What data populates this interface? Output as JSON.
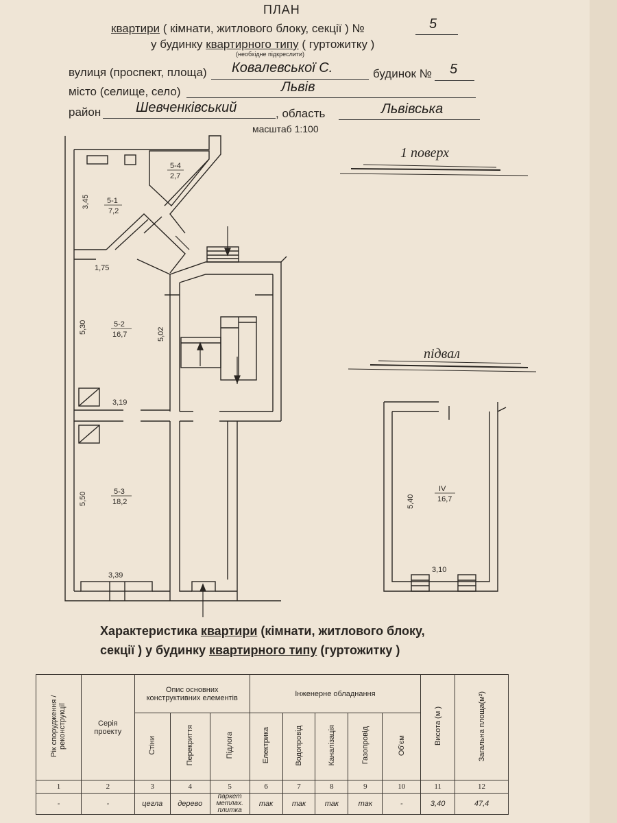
{
  "header": {
    "title": "ПЛАН",
    "line1_prefix": "квартири",
    "line1_rest": "( кімнати, житлового блоку, секції ) №",
    "line1_number": "5",
    "line2_prefix": "у будинку",
    "line2_underlined": "квартирного типу",
    "line2_rest": "( гуртожитку )",
    "note": "(необхідне підкреслити)",
    "street_label": "вулиця (проспект, площа)",
    "street_value": "Ковалевської С.",
    "house_label": "будинок №",
    "house_value": "5",
    "city_label": "місто (селище, село)",
    "city_value": "Львів",
    "district_label": "район",
    "district_value": "Шевченківський",
    "region_label": ", область",
    "region_value": "Львівська",
    "scale": "масштаб 1:100"
  },
  "plan": {
    "floor1_label": "1 поверх",
    "basement_label": "підвал",
    "rooms": [
      {
        "id": "5-4",
        "area": "2,7"
      },
      {
        "id": "5-1",
        "area": "7,2"
      },
      {
        "id": "5-2",
        "area": "16,7"
      },
      {
        "id": "5-3",
        "area": "18,2"
      },
      {
        "id": "IV",
        "area": "16,7"
      }
    ],
    "dimensions": [
      "3,45",
      "1,75",
      "5,30",
      "5,02",
      "3,19",
      "5,50",
      "3,39",
      "5,40",
      "3,10"
    ]
  },
  "characteristics": {
    "heading_line1_a": "Характеристика ",
    "heading_line1_b": "квартири",
    "heading_line1_c": " (кімнати, житлового блоку,",
    "heading_line2_a": "секції ) у будинку ",
    "heading_line2_b": "квартирного типу",
    "heading_line2_c": " (гуртожитку )",
    "col_year": "Рік спорудження / реконструкції",
    "col_series": "Серія проекту",
    "group_construct": "Опис основних конструктивних елементів",
    "col_walls": "Стіни",
    "col_floors_over": "Перекриття",
    "col_floor": "Підлога",
    "group_engineering": "Інженерне обладнання",
    "col_electric": "Електрика",
    "col_water": "Водопровід",
    "col_sewer": "Каналізація",
    "col_gas": "Газопровід",
    "col_volume": "Об'єм",
    "col_height": "Висота (м )",
    "col_area": "Загальна площа(м²)",
    "numbers": [
      "1",
      "2",
      "3",
      "4",
      "5",
      "6",
      "7",
      "8",
      "9",
      "10",
      "11",
      "12"
    ],
    "values": [
      "-",
      "-",
      "цегла",
      "дерево",
      "паркет метлах. плитка",
      "так",
      "так",
      "так",
      "так",
      "-",
      "3,40",
      "47,4"
    ]
  }
}
